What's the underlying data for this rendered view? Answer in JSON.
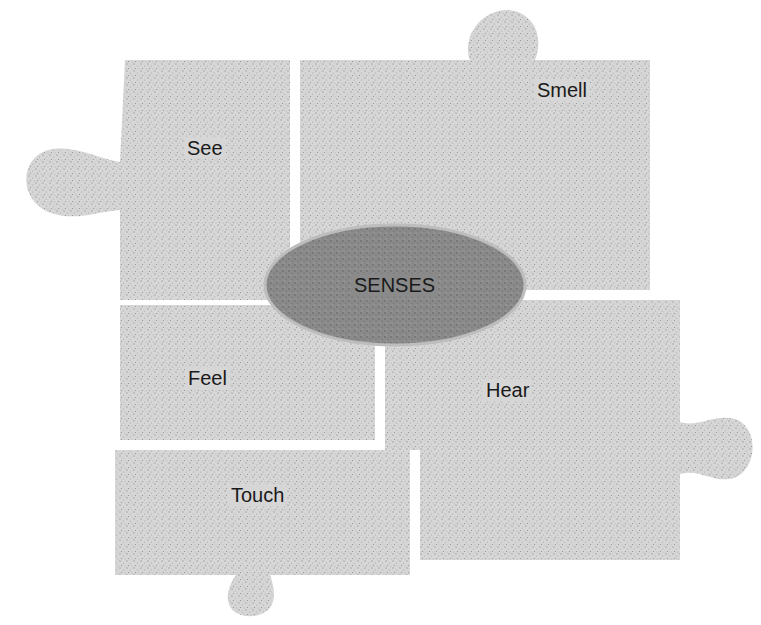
{
  "diagram": {
    "nodes": [
      {
        "text": [
          "Smell"
        ]
      },
      {
        "text": [
          "See"
        ]
      },
      {
        "text": [
          "SENSES"
        ]
      },
      {
        "text": [
          "Feel"
        ]
      },
      {
        "text": [
          "Hear"
        ]
      },
      {
        "text": [
          "Touch"
        ]
      }
    ]
  }
}
